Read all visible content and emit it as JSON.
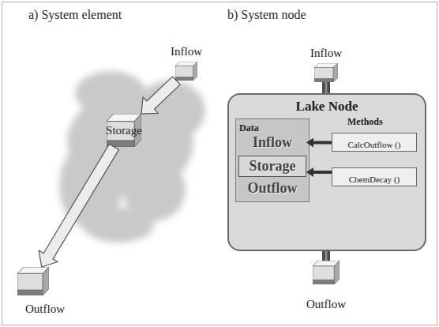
{
  "diagram": {
    "nodes": [
      {
        "text": [
          "Inflow"
        ]
      },
      {
        "text": [
          "Storage"
        ]
      },
      {
        "text": [
          "Outflow"
        ]
      },
      {
        "text": [
          "Inflow"
        ]
      },
      {
        "text": [
          "Lake Node"
        ]
      },
      {
        "text": [
          "Data"
        ],
        "in": 4
      },
      {
        "text": [
          "Inflow"
        ],
        "in": 5
      },
      {
        "text": [
          "Storage"
        ],
        "in": 5
      },
      {
        "text": [
          "Outflow"
        ],
        "in": 5
      },
      {
        "text": [
          "CalcOutflow ()"
        ],
        "in": 4
      },
      {
        "text": [
          "ChemDecay ()"
        ],
        "in": 4
      },
      {
        "text": [
          "Outflow"
        ]
      }
    ],
    "edges": [
      {
        "from": 0,
        "to": 1,
        "arrow": "to"
      },
      {
        "from": 1,
        "to": 2,
        "arrow": "to"
      },
      {
        "from": 3,
        "to": 4,
        "arrow": "none"
      },
      {
        "from": 9,
        "to": 6,
        "arrow": "to"
      },
      {
        "from": 10,
        "to": 7,
        "arrow": "to"
      },
      {
        "from": 4,
        "to": 11,
        "arrow": "none"
      }
    ],
    "labels": [
      "a) System element",
      "b) System node",
      "Methods"
    ]
  }
}
